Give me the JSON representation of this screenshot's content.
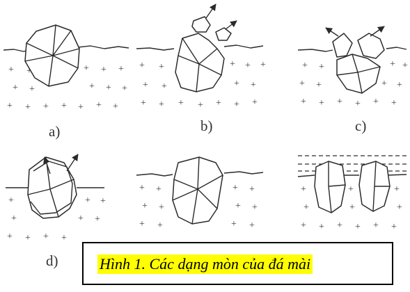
{
  "figure": {
    "panel_labels": [
      "a)",
      "b)",
      "c)",
      "d)"
    ],
    "caption": {
      "text": "Hình 1. Các dạng mòn của đá mài",
      "highlight_color": "#ffff00",
      "border_color": "#000000"
    }
  }
}
